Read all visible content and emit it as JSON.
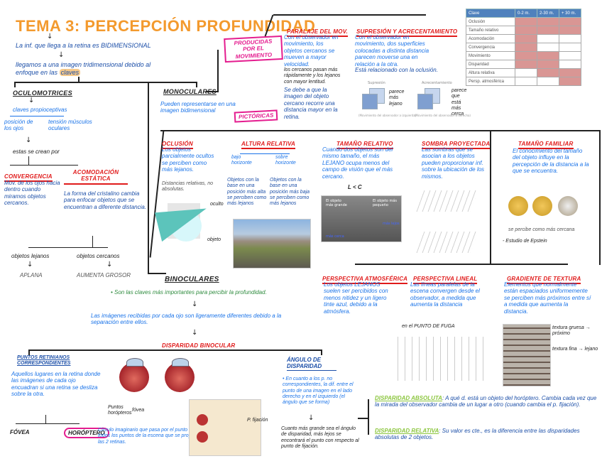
{
  "title": "TEMA 3: PERCEPCIÓN PROFUNDIDAD",
  "intro": {
    "line1": "La inf. que llega a la retina es BIDIMENSIONAL",
    "line2a": "llegamos a una imagen tridimensional debido al",
    "line2b_prefix": "enfoque en las",
    "line2b_highlight": "claves"
  },
  "oculomotrices": {
    "heading": "OCULOMOTRICES",
    "sub": "claves propioceptivas",
    "left": "posición de los ojos",
    "right": "tensión músculos oculares",
    "caused": "estas se crean por",
    "convergencia": {
      "heading": "CONVERGENCIA",
      "text": "Mov. de los ojos hacia dentro cuando miramos objetos cercanos."
    },
    "acomodacion": {
      "heading": "ACOMODACIÓN ESTÁTICA",
      "text": "La forma del cristalino cambia para enfocar objetos que se encuentran a diferente distancia."
    },
    "lejanos": "objetos lejanos",
    "cercanos": "objetos cercanos",
    "aplana": "APLANA",
    "aumenta": "AUMENTA GROSOR"
  },
  "monoculares": {
    "heading": "MONOCULARES",
    "text": "Pueden representarse en una imagen bidimensional",
    "pictoricas": "PICTÓRICAS",
    "movimiento_box": "PRODUCIDAS POR EL MOVIMIENTO"
  },
  "movimiento": {
    "paralaje": {
      "heading": "PARALAJE DEL MOV.",
      "text1": "Con el observador en movimiento, los objetos cercanos se mueven a mayor velocidad.",
      "text2": "los cercanos pasan más rápidamente y los lejanos con mayor lentitud.",
      "text3": "Se debe a que la imagen del objeto cercano recorre una distancia mayor en la retina."
    },
    "supresion": {
      "heading": "SUPRESIÓN Y ACRECENTAMIENTO",
      "text1": "Con el observador en movimiento, dos superficies colocadas a distinta distancia parecen moverse una en relación a la otra.",
      "text2": "Está relacionado con la oclusión.",
      "fig1_title": "Supresión",
      "fig2_title": "Acrecentamiento",
      "fig1_label": "parece más lejano",
      "fig2_label": "parece que está más cerca",
      "fig1_caption": "(Movimiento del observador a izquierda)",
      "fig2_caption": "(Movimiento del observador a derecha)"
    }
  },
  "table": {
    "headers": [
      "Clave",
      "0-2 m.",
      "2-30 m.",
      "+ 30 m."
    ],
    "rows": [
      {
        "label": "Oclusión",
        "cells": [
          true,
          true,
          true
        ]
      },
      {
        "label": "Tamaño relativo",
        "cells": [
          true,
          true,
          true
        ]
      },
      {
        "label": "Acomodación",
        "cells": [
          true,
          false,
          false
        ]
      },
      {
        "label": "Convergencia",
        "cells": [
          true,
          false,
          false
        ]
      },
      {
        "label": "Movimiento",
        "cells": [
          true,
          true,
          false
        ]
      },
      {
        "label": "Disparidad",
        "cells": [
          true,
          true,
          false
        ]
      },
      {
        "label": "Altura relativa",
        "cells": [
          false,
          true,
          true
        ]
      },
      {
        "label": "Persp. atmosférica",
        "cells": [
          false,
          false,
          true
        ]
      }
    ],
    "header_color": "#4f81bd",
    "on_color": "#d99694"
  },
  "pictoricas": {
    "oclusion": {
      "heading": "OCLUSIÓN",
      "text": "Los objetos parcialmente ocultos se perciben como más lejanos.",
      "note": "Distancias relativas, no absolutas.",
      "label_oculto": "oculto",
      "label_objeto": "objeto"
    },
    "altura": {
      "heading": "ALTURA RELATIVA",
      "left_title": "bajo horizonte",
      "right_title": "sobre horizonte",
      "left_text": "Objetos con la base en una posición más alta se perciben como más lejanos",
      "right_text": "Objetos con la base en una posición más baja se perciben como más lejanos"
    },
    "tamano_relativo": {
      "heading": "TAMAÑO RELATIVO",
      "text": "Cuando dos objetos son del mismo tamaño, el más LEJANO ocupa menos del campo de visión que el más cercano.",
      "formula": "L < C",
      "img_label1": "El objeto más grande",
      "img_label2": "El objeto más pequeño",
      "img_near": "más cerca",
      "img_far": "más lejos"
    },
    "sombra": {
      "heading": "SOMBRA PROYECTADA",
      "text": "Las sombras que se asocian a los objetos pueden proporcionar inf. sobre la ubicación de los mismos."
    },
    "familiar": {
      "heading": "TAMAÑO FAMILIAR",
      "text": "El conocimiento del tamaño del objeto influye en la percepción de la distancia a la que se encuentra.",
      "note": "se percibe como más cercana",
      "study": "- Estudio de Epstein"
    },
    "atmosferica": {
      "heading": "PERSPECTIVA ATMOSFÉRICA",
      "text": "Los objetos LEJANOS suelen ser percibidos con menos nitidez y un ligero tinte azul, debido a la atmósfera."
    },
    "lineal": {
      "heading": "PERSPECTIVA LINEAL",
      "text": "Las líneas paralelas de la escena convergen desde el observador, a medida que aumenta la distancia",
      "note": "en el PUNTO DE FUGA"
    },
    "textura": {
      "heading": "GRADIENTE DE TEXTURA",
      "text": "Elementos que normalmente están espaciados uniformemente se perciben más próximos entre sí a medida que aumenta la distancia.",
      "label_gruesa": "textura gruesa → próximo",
      "label_fina": "textura fina → lejano"
    }
  },
  "binoculares": {
    "heading": "BINOCULARES",
    "text1": "• Son las claves más importantes para percibir la profundidad.",
    "text2": "Las imágenes recibidas por cada ojo son ligeramente diferentes debido a la separación entre ellos.",
    "disparidad": "DISPARIDAD BINOCULAR",
    "puntos": {
      "heading": "PUNTOS RETINIANOS CORRESPONDIENTES",
      "text": "Aquellos lugares en la retina donde las imágenes de cada ojo encuadran si una retina se desliza sobre la otra.",
      "label_fovea_img": "fóvea",
      "label_puntos_img": "Puntos horópteros"
    },
    "fovea": "FÓVEA",
    "horoptero": "HORÓPTERO",
    "horoptero_text": "Círculo imaginario que pasa por el punto de fijación y encierra todos los puntos de la escena que se proyectan en p. corresp. en las 2 retinas.",
    "angulo": {
      "heading": "ÁNGULO DE DISPARIDAD",
      "text": "• En cuanto a los p. no correspondientes, la dif. entre el punto de una imagen en el lado derecho y en el izquierdo (el ángulo que se forma)",
      "text2": "Cuanto más grande sea el ángulo de disparidad, más lejos se encontrará el punto con respecto al punto de fijación.",
      "fig_label": "P. fijación"
    },
    "absoluta": {
      "heading": "DISPARIDAD ABSOLUTA",
      "text": ": A qué d. está un objeto del horóptero. Cambia cada vez que la mirada del observador cambia de un lugar a otro (cuando cambia el p. fijación)."
    },
    "relativa": {
      "heading": "DISPARIDAD RELATIVA",
      "text": ": Su valor es cte., es la diferencia entre las disparidades absolutas de 2 objetos."
    }
  }
}
